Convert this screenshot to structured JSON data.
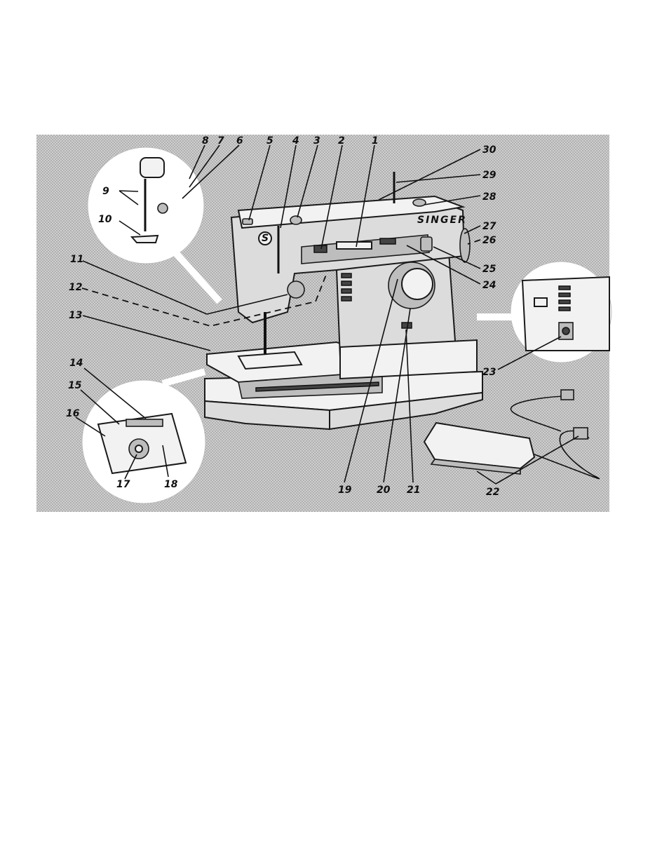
{
  "diagram": {
    "brand_text": "SINGER",
    "brand_badge": "S",
    "background_color": "#c9c9c9",
    "callouts": [
      "1",
      "2",
      "3",
      "4",
      "5",
      "6",
      "7",
      "8",
      "9",
      "10",
      "11",
      "12",
      "13",
      "14",
      "15",
      "16",
      "17",
      "18",
      "19",
      "20",
      "21",
      "22",
      "23",
      "24",
      "25",
      "26",
      "27",
      "28",
      "29",
      "30"
    ]
  }
}
